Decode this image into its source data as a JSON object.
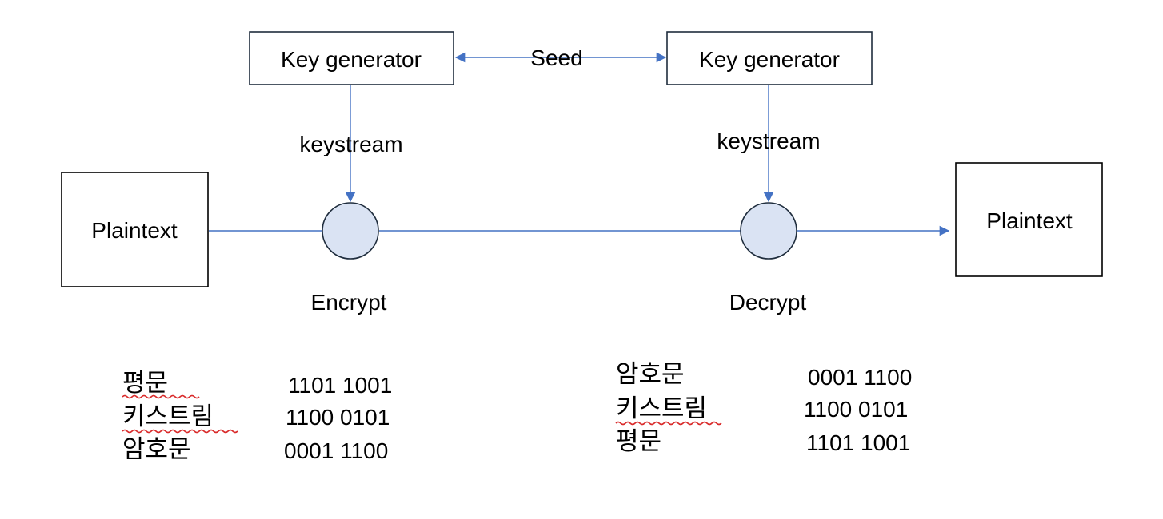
{
  "colors": {
    "line": "#4472c4",
    "node_fill": "#dae3f3",
    "box_stroke": "#1f2d3d",
    "spell_underline": "#d92b2b"
  },
  "nodes": {
    "keygen_left": "Key generator",
    "keygen_right": "Key generator",
    "plaintext_left": "Plaintext",
    "plaintext_right": "Plaintext"
  },
  "labels": {
    "seed": "Seed",
    "keystream_left": "keystream",
    "keystream_right": "keystream",
    "encrypt": "Encrypt",
    "decrypt": "Decrypt"
  },
  "encrypt_table": [
    {
      "term": "평문",
      "bits": "1101 1001"
    },
    {
      "term": "키스트림",
      "bits": "1100 0101"
    },
    {
      "term": "암호문",
      "bits": "0001 1100"
    }
  ],
  "decrypt_table": [
    {
      "term": "암호문",
      "bits": "0001 1100"
    },
    {
      "term": "키스트림",
      "bits": "1100 0101"
    },
    {
      "term": "평문",
      "bits": "1101 1001"
    }
  ]
}
